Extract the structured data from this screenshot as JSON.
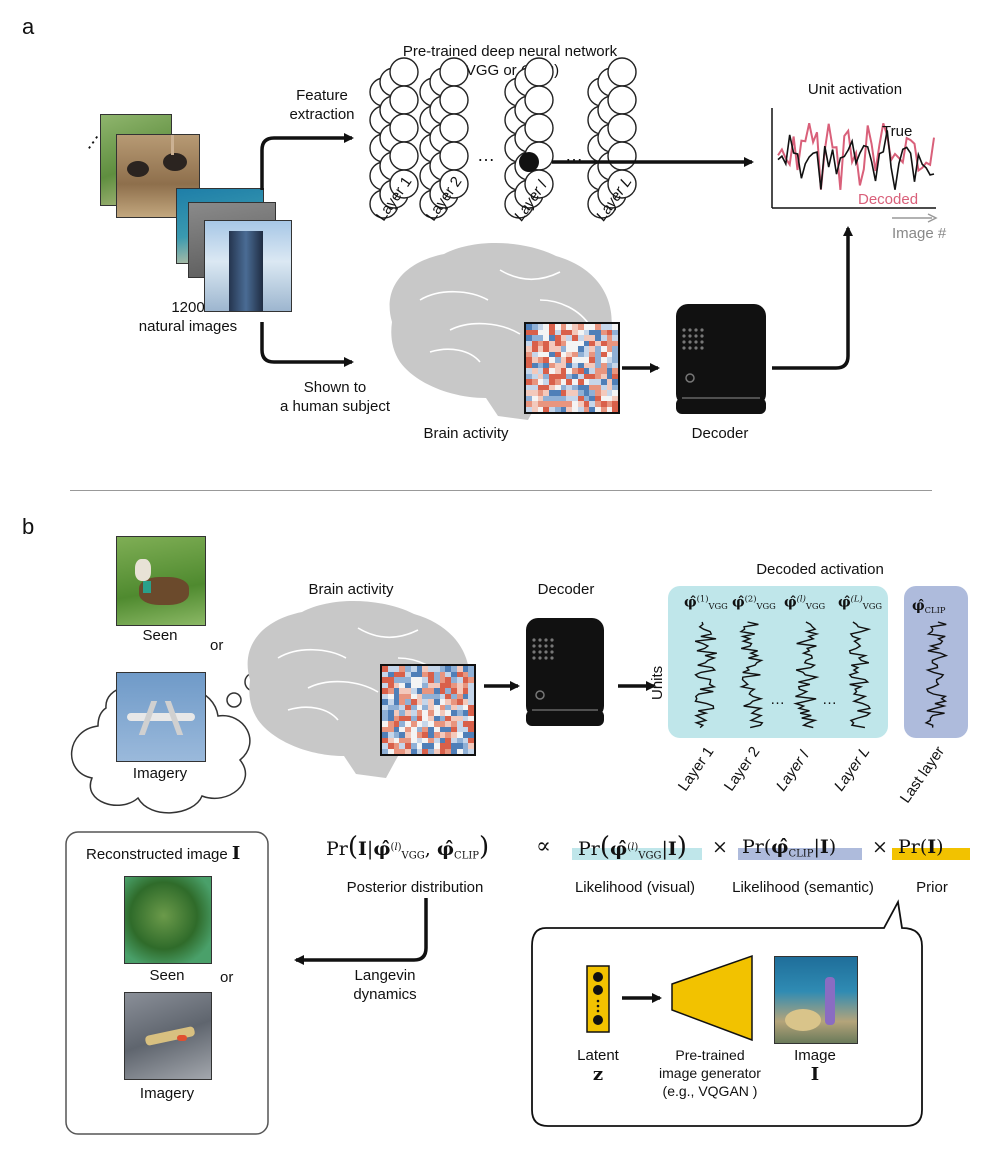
{
  "panel_a": {
    "label": "a",
    "network_title_line1": "Pre-trained deep neural network",
    "network_title_line2": "(VGG or CLIP)",
    "feature_extraction_line1": "Feature",
    "feature_extraction_line2": "extraction",
    "images_count": "1200",
    "images_caption": "natural images",
    "shown_line1": "Shown to",
    "shown_line2": "a human subject",
    "layers": [
      "Layer 1",
      "Layer 2",
      "Layer l",
      "Layer L"
    ],
    "ellipsis": "…",
    "brain_label": "Brain activity",
    "decoder_label": "Decoder",
    "unit_activation_title": "Unit activation",
    "true_label": "True",
    "decoded_label": "Decoded",
    "xaxis_label": "Image #"
  },
  "panel_b": {
    "label": "b",
    "seen_label": "Seen",
    "or_label": "or",
    "imagery_label": "Imagery",
    "brain_label": "Brain activity",
    "decoder_label": "Decoder",
    "decoded_title": "Decoded activation",
    "units_label": "Units",
    "vgg_layers": [
      "Layer 1",
      "Layer 2",
      "Layer l",
      "Layer L"
    ],
    "clip_layer": "Last layer",
    "vgg_symbols": [
      "φ̂(1)VGG",
      "φ̂(2)VGG",
      "φ̂(l)VGG",
      "φ̂(L)VGG"
    ],
    "clip_symbol": "φ̂CLIP",
    "recon_title": "Reconstructed image",
    "recon_symbol": "I",
    "recon_seen": "Seen",
    "recon_or": "or",
    "recon_imagery": "Imagery",
    "posterior_expr": "Pr(I | φ̂(l)VGG, φ̂CLIP)",
    "posterior_label": "Posterior distribution",
    "proportional": "∝",
    "times": "×",
    "likelihood_visual_expr": "Pr(φ̂(l)VGG | I)",
    "likelihood_visual_label": "Likelihood (visual)",
    "likelihood_semantic_expr": "Pr(φ̂CLIP | I)",
    "likelihood_semantic_label": "Likelihood (semantic)",
    "prior_expr": "Pr(I)",
    "prior_label": "Prior",
    "langevin_line1": "Langevin",
    "langevin_line2": "dynamics",
    "latent_label": "Latent",
    "latent_symbol": "z",
    "generator_line1": "Pre-trained",
    "generator_line2": "image generator",
    "generator_line3": "(e.g., VQGAN )",
    "image_label": "Image",
    "image_symbol": "I"
  },
  "colors": {
    "vgg_box": "#bfe6ea",
    "clip_box": "#aebbdc",
    "prior_bar": "#f2c200",
    "generator": "#f2c200",
    "decoded_red": "#d9607a",
    "brain_gray": "#c8c8c8"
  }
}
